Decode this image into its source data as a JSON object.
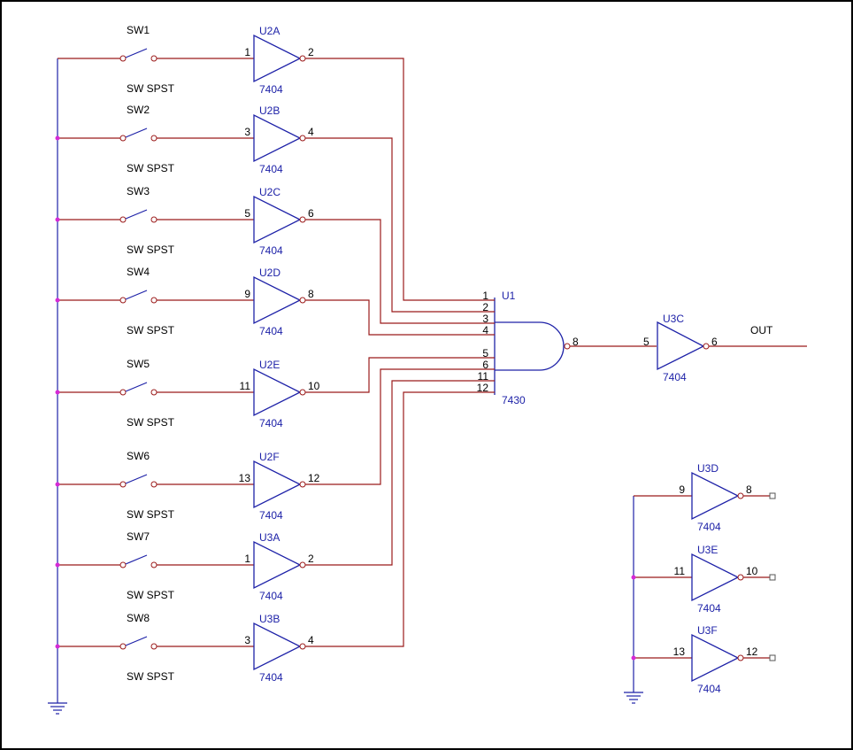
{
  "switch_type": "SW SPST",
  "inverter_type": "7404",
  "switches": [
    {
      "ref": "SW1",
      "gate": "U2A",
      "in_pin": "1",
      "out_pin": "2",
      "nand_pin": "1"
    },
    {
      "ref": "SW2",
      "gate": "U2B",
      "in_pin": "3",
      "out_pin": "4",
      "nand_pin": "2"
    },
    {
      "ref": "SW3",
      "gate": "U2C",
      "in_pin": "5",
      "out_pin": "6",
      "nand_pin": "3"
    },
    {
      "ref": "SW4",
      "gate": "U2D",
      "in_pin": "9",
      "out_pin": "8",
      "nand_pin": "4"
    },
    {
      "ref": "SW5",
      "gate": "U2E",
      "in_pin": "11",
      "out_pin": "10",
      "nand_pin": "5"
    },
    {
      "ref": "SW6",
      "gate": "U2F",
      "in_pin": "13",
      "out_pin": "12",
      "nand_pin": "6"
    },
    {
      "ref": "SW7",
      "gate": "U3A",
      "in_pin": "1",
      "out_pin": "2",
      "nand_pin": "11"
    },
    {
      "ref": "SW8",
      "gate": "U3B",
      "in_pin": "3",
      "out_pin": "4",
      "nand_pin": "12"
    }
  ],
  "nand": {
    "ref": "U1",
    "type": "7430",
    "out_pin": "8"
  },
  "output_inverter": {
    "ref": "U3C",
    "type": "7404",
    "in_pin": "5",
    "out_pin": "6"
  },
  "output_label": "OUT",
  "unused_inverters": [
    {
      "ref": "U3D",
      "type": "7404",
      "in_pin": "9",
      "out_pin": "8"
    },
    {
      "ref": "U3E",
      "type": "7404",
      "in_pin": "11",
      "out_pin": "10"
    },
    {
      "ref": "U3F",
      "type": "7404",
      "in_pin": "13",
      "out_pin": "12"
    }
  ],
  "colors": {
    "wire": "#9b1b1b",
    "component": "#1e22a8",
    "junction": "#d62ad6",
    "border": "#000000"
  }
}
